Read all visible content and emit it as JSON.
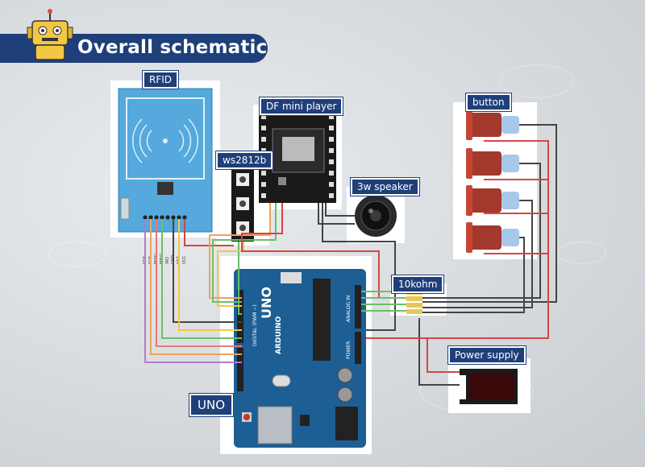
{
  "header": {
    "title": "Overall schematic",
    "icon": "robot-mascot-icon"
  },
  "labels": {
    "rfid": "RFID",
    "df_player": "DF mini player",
    "ws2812b": "ws2812b",
    "speaker": "3w speaker",
    "button": "button",
    "resistor": "10kohm",
    "power": "Power supply",
    "uno": "UNO"
  },
  "rfid_pins": [
    "SDA",
    "SCK",
    "MOSI",
    "MISO",
    "IRQ",
    "GND",
    "RST",
    "VCC"
  ],
  "board_text": {
    "brand": "ARDUINO",
    "model": "UNO",
    "analog": "ANALOG IN",
    "power": "POWER",
    "digital": "DIGITAL (PWM ~)"
  },
  "colors": {
    "header_bg": "#1f3f7a",
    "board_blue": "#1d5f94",
    "rfid_blue": "#55a9dc"
  }
}
